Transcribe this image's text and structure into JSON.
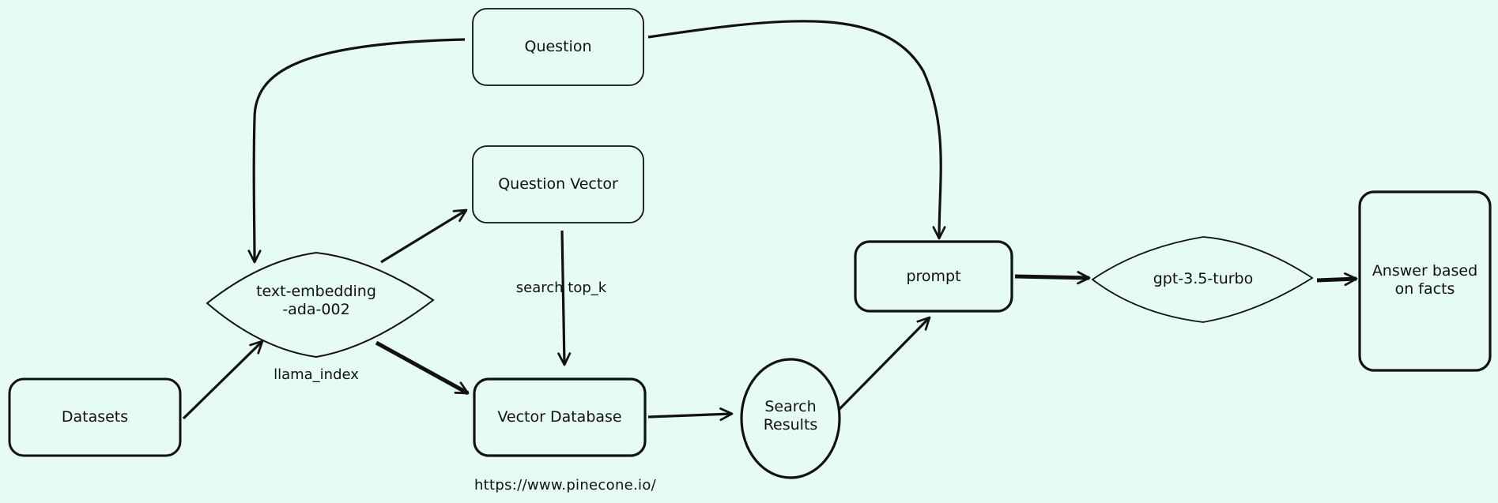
{
  "nodes": {
    "question": "Question",
    "question_vector": "Question Vector",
    "embedding_line1": "text-embedding",
    "embedding_line2": "-ada-002",
    "datasets": "Datasets",
    "vector_database": "Vector Database",
    "search_results_line1": "Search",
    "search_results_line2": "Results",
    "prompt": "prompt",
    "model": "gpt-3.5-turbo",
    "answer_line1": "Answer based",
    "answer_line2": "on facts"
  },
  "edge_labels": {
    "search_top_k": "search top_k",
    "llama_index": "llama_index"
  },
  "annotations": {
    "pinecone_url": "https://www.pinecone.io/"
  },
  "colors": {
    "background": "#e6fbf4",
    "stroke": "#111111"
  }
}
